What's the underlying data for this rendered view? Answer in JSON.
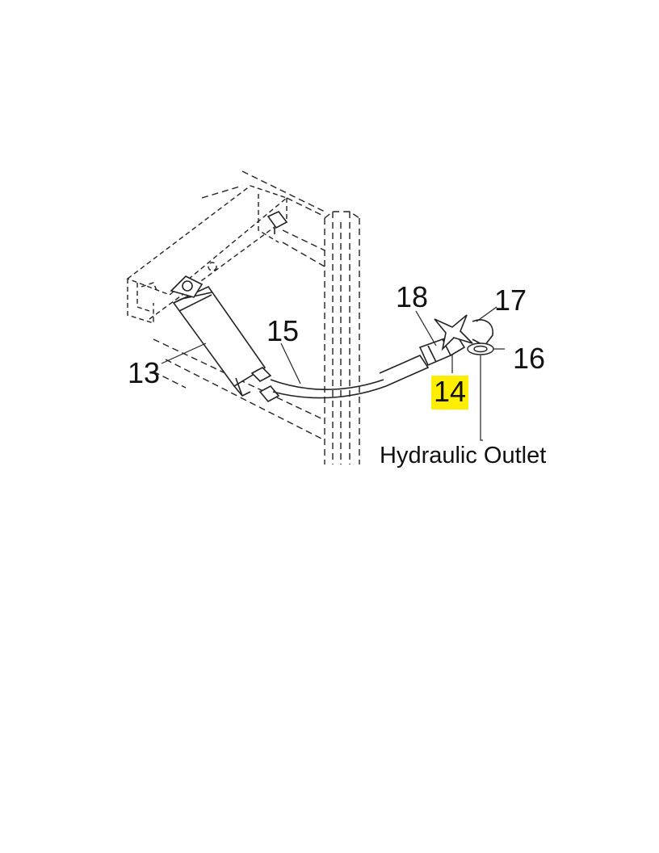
{
  "callouts": {
    "c13": "13",
    "c14": "14",
    "c15": "15",
    "c16": "16",
    "c17": "17",
    "c18": "18",
    "outlet": "Hydraulic Outlet"
  },
  "colors": {
    "highlight": "#ffee00",
    "line": "#111111"
  }
}
